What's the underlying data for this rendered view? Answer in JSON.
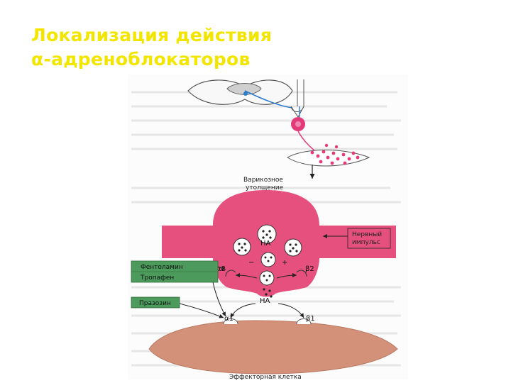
{
  "title": {
    "line1": "Локализация действия",
    "line2": "α-адреноблокаторов"
  },
  "labels": {
    "varicose_1": "Варикозное",
    "varicose_2": "утолщение",
    "impulse_1": "Нервный",
    "impulse_2": "импульс",
    "na_top": "НА",
    "na_bottom": "НА",
    "minus": "−",
    "plus": "+",
    "alpha2": "α2",
    "beta2": "β2",
    "alpha1": "α1",
    "beta1": "β1",
    "effector": "Эффекторная клетка"
  },
  "drugs": {
    "phentolamine": "Фентоламин",
    "tropafen": "Тропафен",
    "prazosin": "Празозин"
  },
  "colors": {
    "title": "#f2e600",
    "nerve": "#e5507f",
    "effector": "#d4917a",
    "drug_box": "#4c9a5c"
  }
}
